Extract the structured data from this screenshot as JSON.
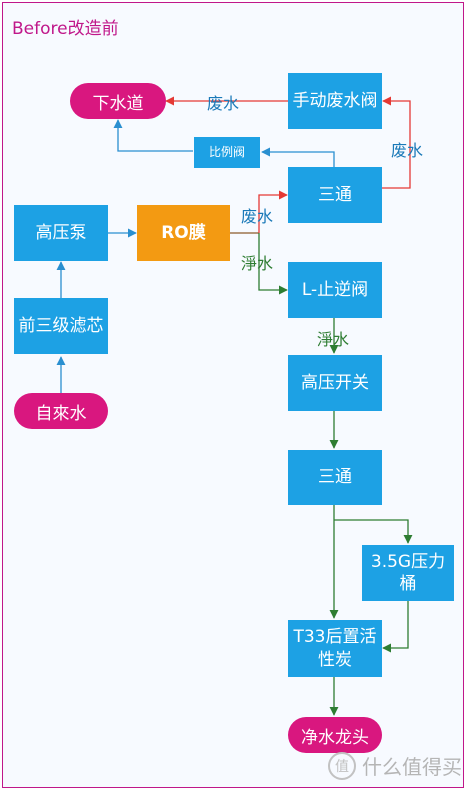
{
  "title": "Before改造前",
  "nodes": {
    "drain": "下水道",
    "manual_valve": "手动废水阀",
    "ratio_valve": "比例阀",
    "tee_top": "三通",
    "pump": "高压泵",
    "ro": "RO膜",
    "prefilter": "前三级滤芯",
    "tap_water": "自來水",
    "check_valve": "L-止逆阀",
    "pressure_switch": "高压开关",
    "tee_bottom": "三通",
    "tank": "3.5G压力桶",
    "post_carbon": "T33后置活性炭",
    "faucet": "净水龙头"
  },
  "labels": {
    "waste_top": "废水",
    "waste_right": "废水",
    "waste_ro": "废水",
    "clean_ro": "淨水",
    "clean_check": "淨水"
  },
  "watermark": "什么值得买",
  "colors": {
    "accent": "#c0178a",
    "box": "#1da1e4",
    "pill": "#d9177f",
    "ro": "#f39a12",
    "waste_line": "#e53935",
    "clean_line": "#2e7d32",
    "flow_line": "#2a8fd0"
  }
}
